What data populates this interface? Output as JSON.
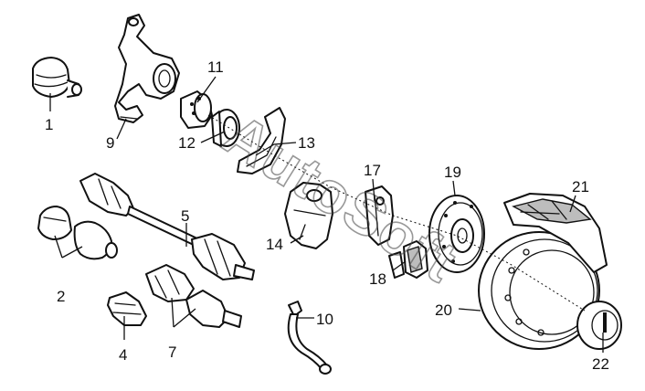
{
  "callouts": [
    {
      "id": "1",
      "text": "1"
    },
    {
      "id": "2",
      "text": "2"
    },
    {
      "id": "4",
      "text": "4"
    },
    {
      "id": "5",
      "text": "5"
    },
    {
      "id": "7",
      "text": "7"
    },
    {
      "id": "9",
      "text": "9"
    },
    {
      "id": "10",
      "text": "10"
    },
    {
      "id": "11",
      "text": "11"
    },
    {
      "id": "12",
      "text": "12"
    },
    {
      "id": "13",
      "text": "13"
    },
    {
      "id": "14",
      "text": "14"
    },
    {
      "id": "17",
      "text": "17"
    },
    {
      "id": "18",
      "text": "18"
    },
    {
      "id": "19",
      "text": "19"
    },
    {
      "id": "20",
      "text": "20"
    },
    {
      "id": "21",
      "text": "21"
    },
    {
      "id": "22",
      "text": "22"
    }
  ],
  "watermark": {
    "text": "AutoSoft"
  }
}
